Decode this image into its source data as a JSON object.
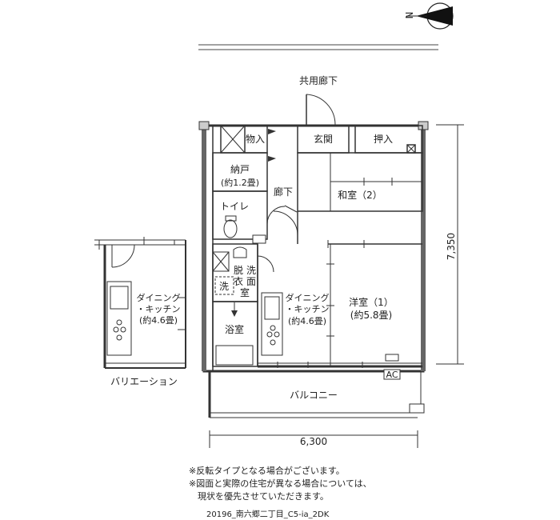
{
  "compass": {
    "label": "N"
  },
  "rooms": {
    "common_corridor": "共用廊下",
    "storage_top": "物入",
    "entrance": "玄関",
    "closet": "押入",
    "nando": "納戸",
    "nando_size": "(約1.2畳)",
    "hallway": "廊下",
    "washitsu": "和室（2）",
    "toilet": "トイレ",
    "washroom": [
      "脱",
      "洗",
      "衣",
      "面",
      "室"
    ],
    "washer": "洗",
    "dk_line1": "ダイニング",
    "dk_line2": "・キッチン",
    "dk_size": "(約4.6畳)",
    "youshitsu": "洋室（1）",
    "youshitsu_size": "(約5.8畳)",
    "bathroom": "浴室",
    "ac": "AC",
    "balcony": "バルコニー"
  },
  "variation": {
    "dk_line1": "ダイニング",
    "dk_line2": "・キッチン",
    "dk_size": "(約4.6畳)",
    "label": "バリエーション"
  },
  "dimensions": {
    "width": "6,300",
    "depth": "7,350"
  },
  "notes": [
    "※反転タイプとなる場合がございます。",
    "※図面と実際の住宅が異なる場合については、",
    "　現状を優先させていただきます。"
  ],
  "code": "20196_南六郷二丁目_C5-ia_2DK"
}
